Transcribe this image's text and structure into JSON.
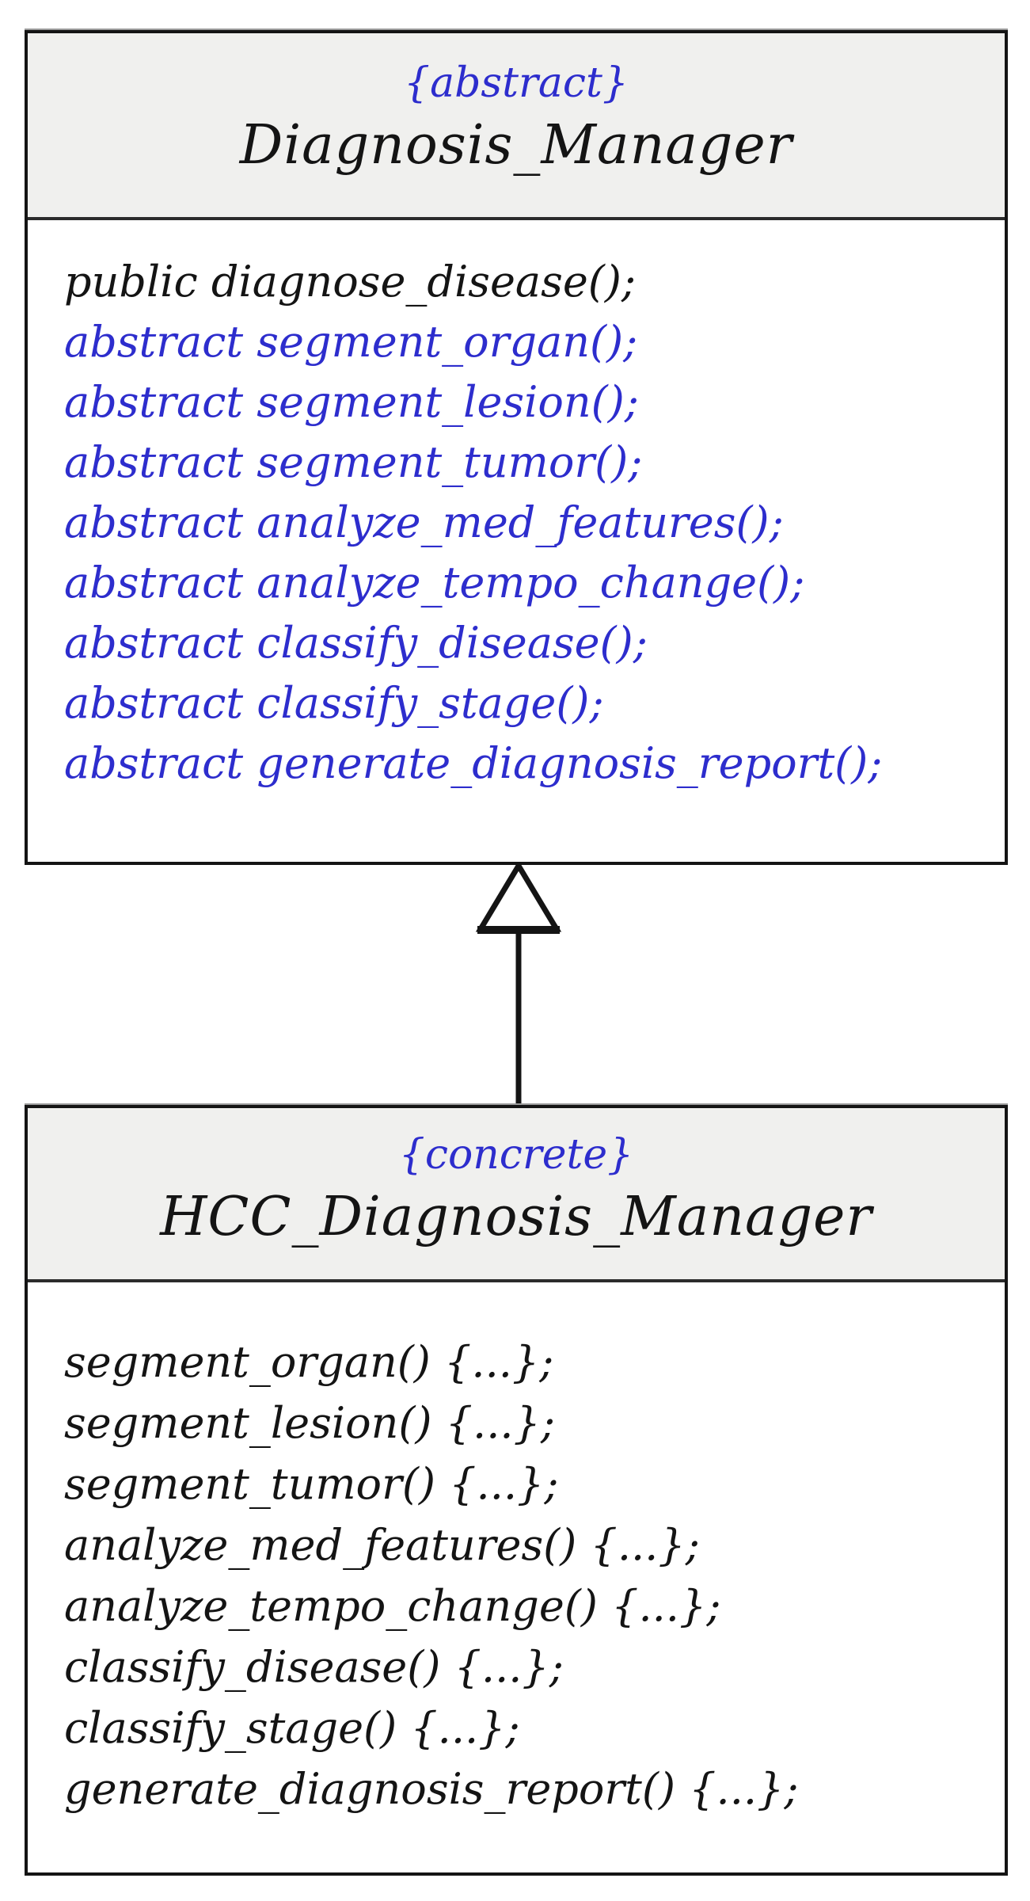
{
  "diagram": {
    "parent_class": {
      "stereotype": "{abstract}",
      "name": "Diagnosis_Manager",
      "methods": [
        {
          "text": "public diagnose_disease();",
          "style": "black"
        },
        {
          "text": "abstract segment_organ();",
          "style": "blue"
        },
        {
          "text": "abstract segment_lesion();",
          "style": "blue"
        },
        {
          "text": "abstract segment_tumor();",
          "style": "blue"
        },
        {
          "text": "abstract analyze_med_features();",
          "style": "blue"
        },
        {
          "text": "abstract analyze_tempo_change();",
          "style": "blue"
        },
        {
          "text": "abstract classify_disease();",
          "style": "blue"
        },
        {
          "text": "abstract classify_stage();",
          "style": "blue"
        },
        {
          "text": "abstract generate_diagnosis_report();",
          "style": "blue"
        }
      ]
    },
    "child_class": {
      "stereotype": "{concrete}",
      "name": "HCC_Diagnosis_Manager",
      "methods": [
        {
          "text": "segment_organ() {...};",
          "style": "black"
        },
        {
          "text": "segment_lesion() {...};",
          "style": "black"
        },
        {
          "text": "segment_tumor() {...};",
          "style": "black"
        },
        {
          "text": "analyze_med_features() {...};",
          "style": "black"
        },
        {
          "text": "analyze_tempo_change() {...};",
          "style": "black"
        },
        {
          "text": "classify_disease() {...};",
          "style": "black"
        },
        {
          "text": "classify_stage() {...};",
          "style": "black"
        },
        {
          "text": "generate_diagnosis_report() {...};",
          "style": "black"
        }
      ]
    },
    "relationship": "inheritance",
    "colors": {
      "stereotype_blue": "#2d2dcd",
      "abstract_method_blue": "#2d2dcd",
      "header_background": "#f0f0ee",
      "border_black": "#141414"
    }
  }
}
